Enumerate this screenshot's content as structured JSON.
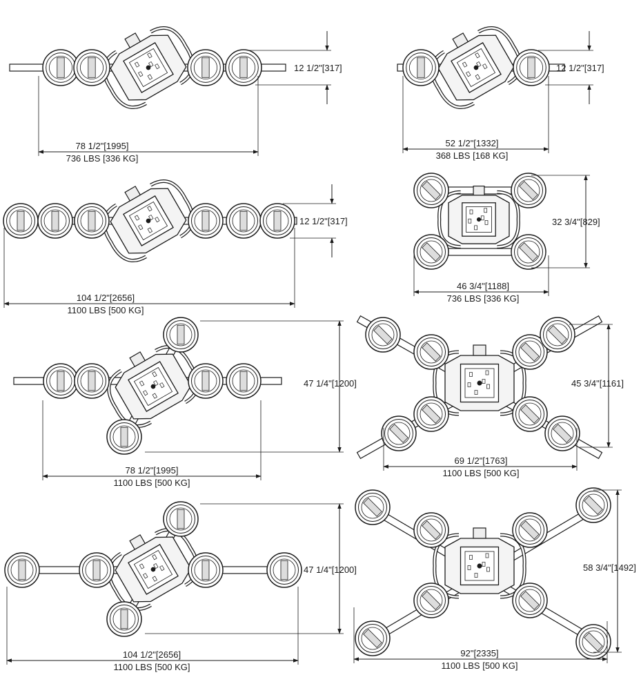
{
  "colors": {
    "line": "#1a1a1a",
    "background": "#ffffff",
    "frame_fill": "#f4f4f4"
  },
  "configs": [
    {
      "id": "c1",
      "width_label": "78 1/2\"[1995]",
      "weight_label": "736 LBS [336 KG]",
      "height_label": "12 1/2\"[317]"
    },
    {
      "id": "c2",
      "width_label": "52 1/2\"[1332]",
      "weight_label": "368 LBS [168 KG]",
      "height_label": "12 1/2\"[317]"
    },
    {
      "id": "c3",
      "width_label": "104 1/2\"[2656]",
      "weight_label": "1100 LBS [500 KG]",
      "height_label": "12 1/2\"[317]"
    },
    {
      "id": "c4",
      "width_label": "46 3/4\"[1188]",
      "weight_label": "736 LBS [336 KG]",
      "height_label": "32 3/4\"[829]"
    },
    {
      "id": "c5",
      "width_label": "78 1/2\"[1995]",
      "weight_label": "1100 LBS [500 KG]",
      "height_label": "47 1/4\"[1200]"
    },
    {
      "id": "c6",
      "width_label": "69 1/2\"[1763]",
      "weight_label": "1100 LBS [500 KG]",
      "height_label": "45 3/4\"[1161]"
    },
    {
      "id": "c7",
      "width_label": "104 1/2\"[2656]",
      "weight_label": "1100 LBS [500 KG]",
      "height_label": "47 1/4\"[1200]"
    },
    {
      "id": "c8",
      "width_label": "92\"[2335]",
      "weight_label": "1100 LBS [500 KG]",
      "height_label": "58 3/4\"[1492]"
    }
  ]
}
